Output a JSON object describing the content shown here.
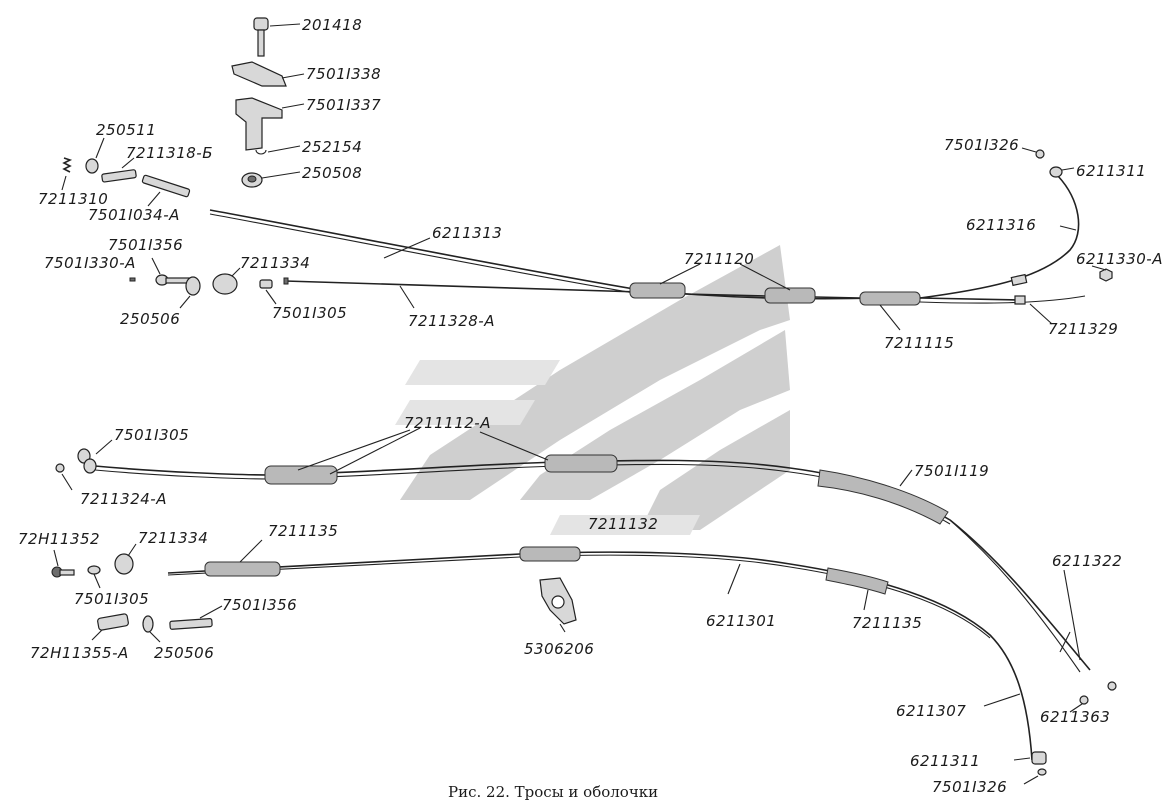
{
  "caption": "Рис. 22. Тросы и оболочки",
  "labels": {
    "p201418": "201418",
    "p7501338": "7501I338",
    "p7501337": "7501I337",
    "p252154": "252154",
    "p250508top": "250508",
    "p250511": "250511",
    "p7211318b": "7211318-Б",
    "p7211310": "7211310",
    "p7501034a": "7501I034-А",
    "p7501356top": "7501I356",
    "p7501330a": "7501I330-А",
    "p250506top": "250506",
    "p7211334top": "7211334",
    "p7501305top": "7501I305",
    "p6211313": "6211313",
    "p7211328a": "7211328-А",
    "p7211120": "7211120",
    "p7211115": "7211115",
    "p7501326top": "7501I326",
    "p6211311top": "6211311",
    "p6211316": "6211316",
    "p6211330a": "6211330-А",
    "p7211329": "7211329",
    "p7501305mid": "7501I305",
    "p7211324a": "7211324-А",
    "p7211112a": "7211112-А",
    "p7501119": "7501I119",
    "p7211132": "7211132",
    "p72h11352": "72Н11352",
    "p7211334bot": "7211334",
    "p7211135left": "7211135",
    "p7501305bot": "7501I305",
    "p7501356bot": "7501I356",
    "p72h11355a": "72Н11355-А",
    "p250506bot": "250506",
    "p5306206": "5306206",
    "p6211301": "6211301",
    "p7211135right": "7211135",
    "p6211322": "6211322",
    "p6211363": "6211363",
    "p6211307": "6211307",
    "p6211311bot": "6211311",
    "p7501326bot": "7501I326"
  }
}
